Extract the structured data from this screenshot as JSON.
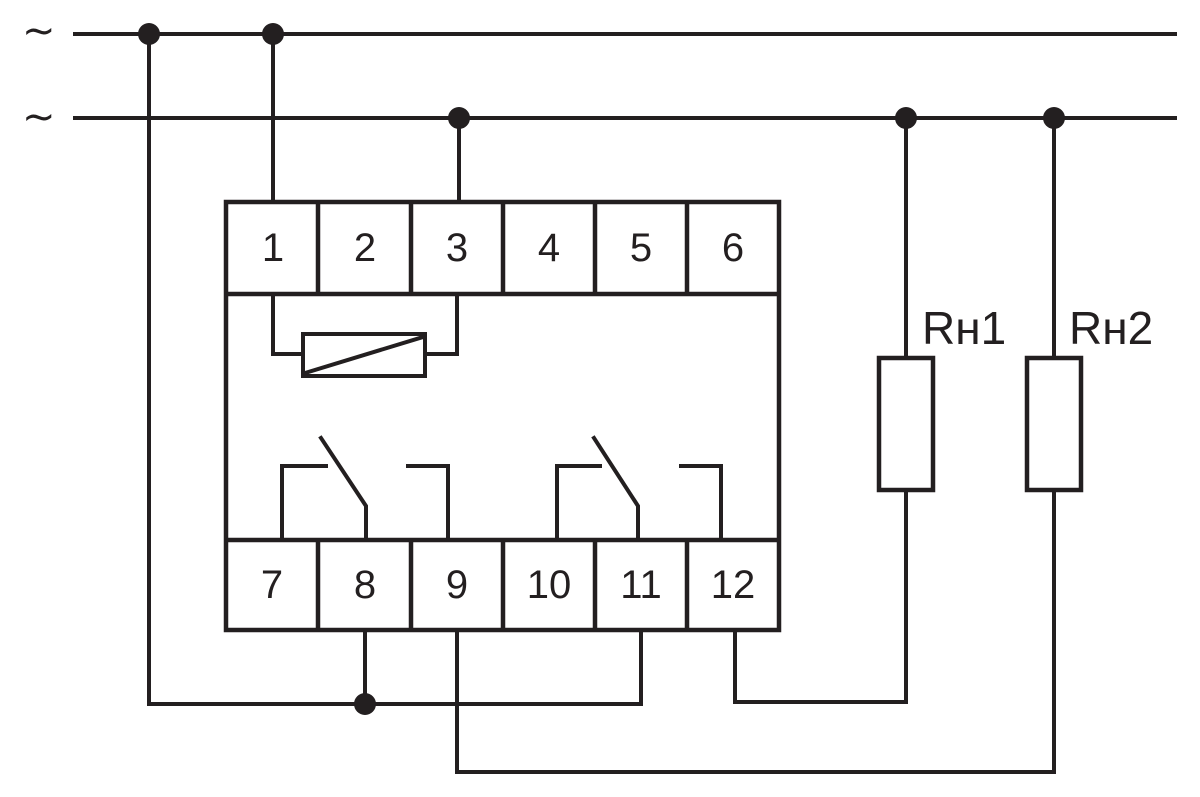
{
  "supply": {
    "phase_symbol": "~",
    "neutral_symbol": "~"
  },
  "terminals_top": [
    "1",
    "2",
    "3",
    "4",
    "5",
    "6"
  ],
  "terminals_bottom": [
    "7",
    "8",
    "9",
    "10",
    "11",
    "12"
  ],
  "loads": [
    {
      "label": "Rн1"
    },
    {
      "label": "Rн2"
    }
  ],
  "colors": {
    "line": "#231f20",
    "background": "#ffffff"
  }
}
